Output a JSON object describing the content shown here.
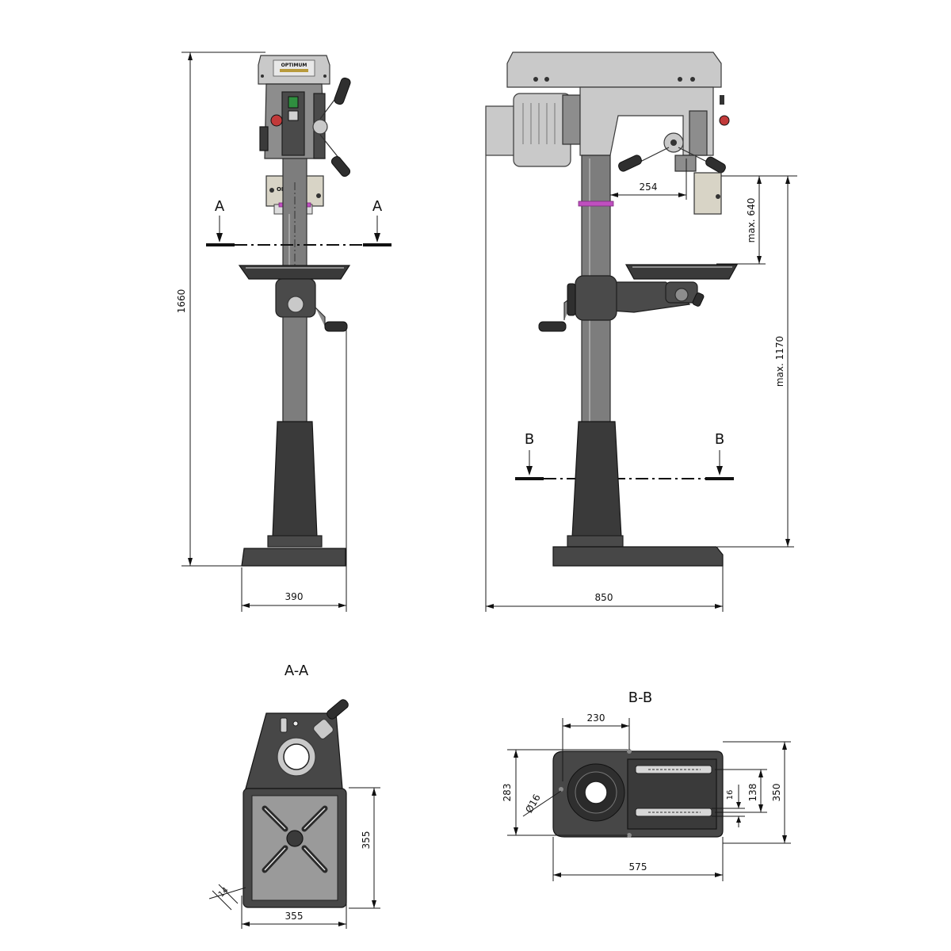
{
  "front_view": {
    "height_dim": "1660",
    "width_dim": "390",
    "cut_marker_left": "A",
    "cut_marker_right": "A",
    "brand_logo_top": "OPTIMUM",
    "brand_logo_drill_head": "OPTIMUM"
  },
  "side_view": {
    "width_dim": "850",
    "reach_dim": "254",
    "spindle_travel_dim": "max. 640",
    "table_travel_dim": "max. 1170",
    "cut_marker_left": "B",
    "cut_marker_right": "B"
  },
  "section_a": {
    "title": "A-A",
    "table_height_dim": "355",
    "table_width_dim": "355",
    "slot_dim": "14"
  },
  "section_b": {
    "title": "B-B",
    "hole_offset_dim": "230",
    "base_depth_left_dim": "283",
    "hole_diameter_dim": "Ø16",
    "slot_width_dim": "16",
    "slot_spacing_dim": "138",
    "base_depth_dim": "350",
    "base_width_dim": "575"
  }
}
